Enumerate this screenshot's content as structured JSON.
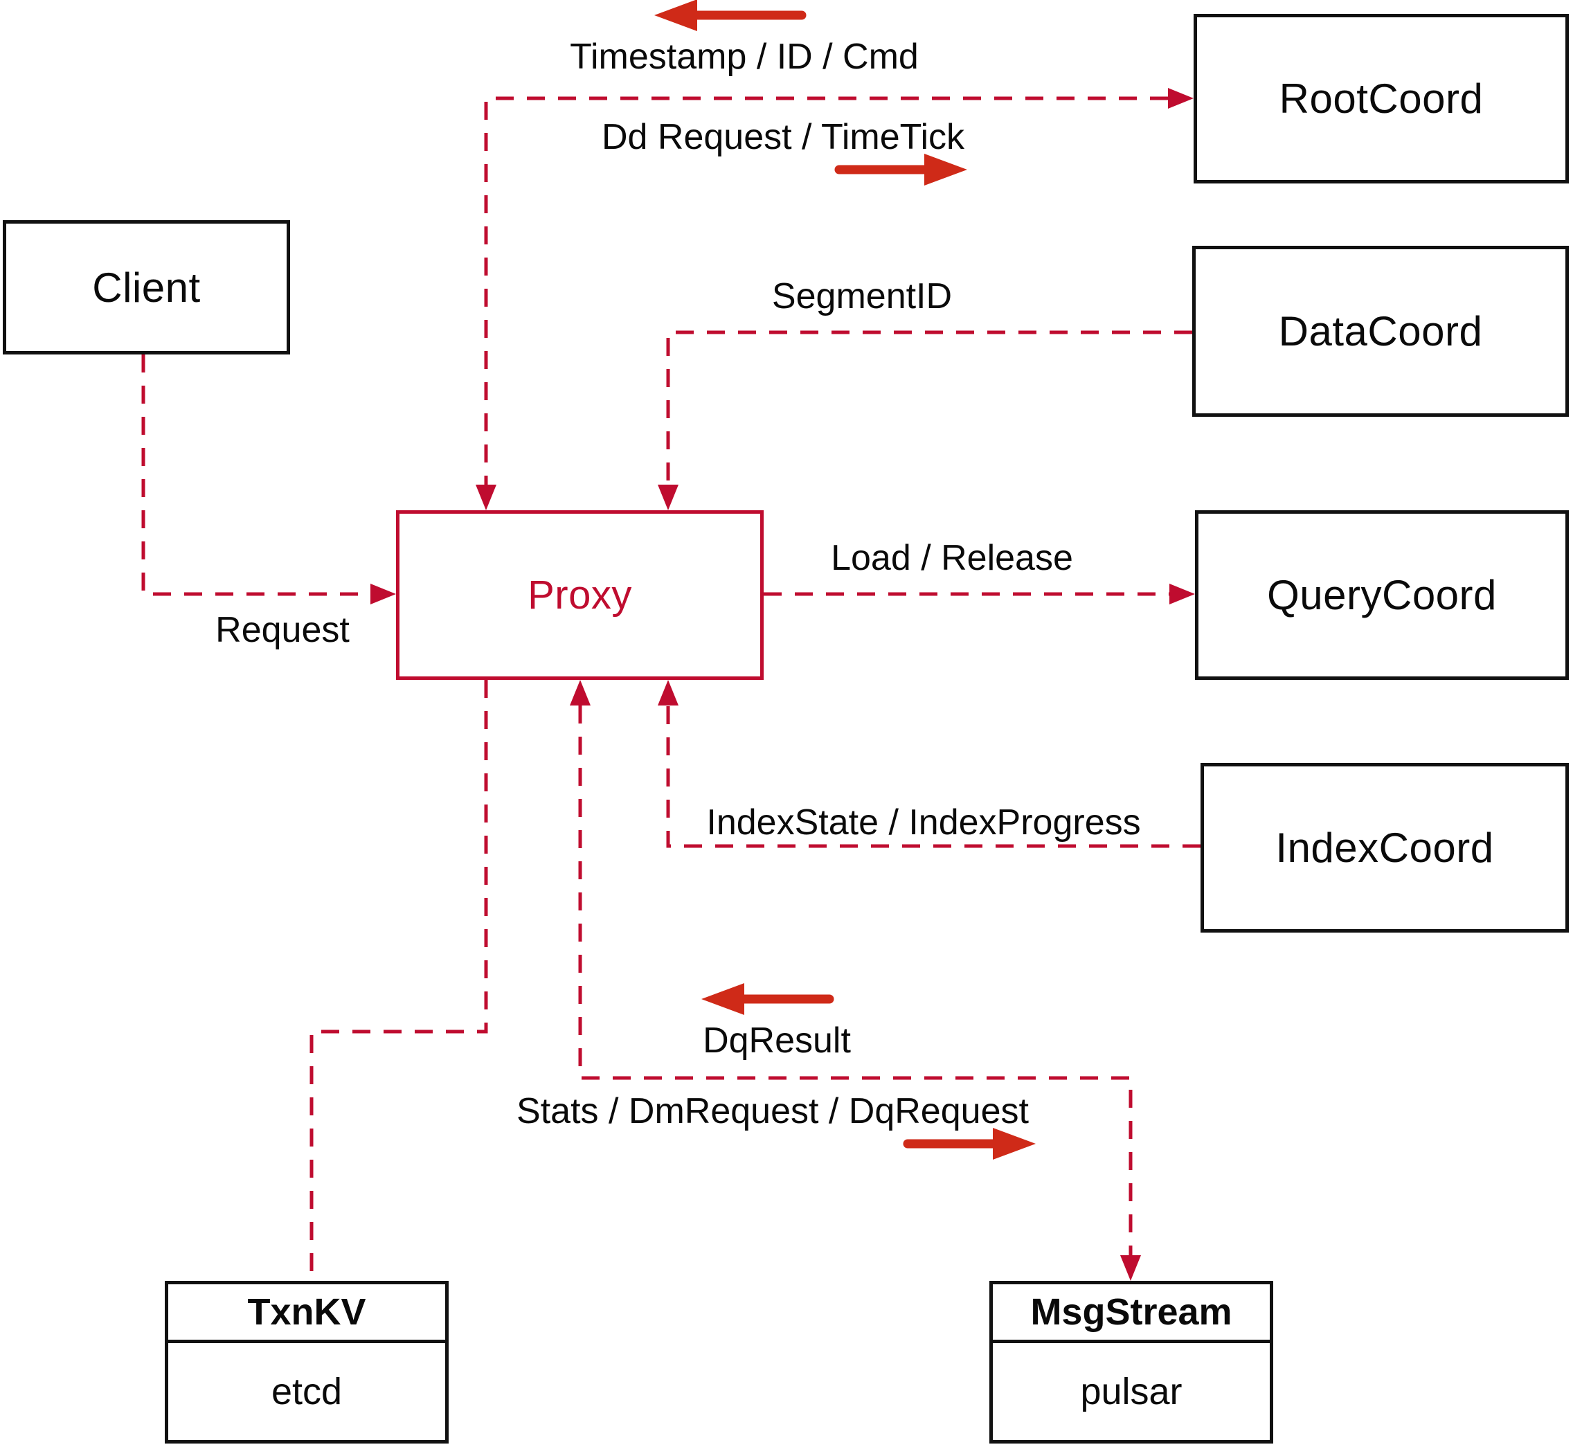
{
  "diagram": {
    "nodes": {
      "client": "Client",
      "root_coord": "RootCoord",
      "data_coord": "DataCoord",
      "query_coord": "QueryCoord",
      "index_coord": "IndexCoord",
      "proxy": "Proxy"
    },
    "stores": {
      "txn_kv": {
        "title": "TxnKV",
        "impl": "etcd"
      },
      "msg_stream": {
        "title": "MsgStream",
        "impl": "pulsar"
      }
    },
    "edge_labels": {
      "timestamp_id_cmd": "Timestamp / ID / Cmd",
      "dd_request_timetick": "Dd Request / TimeTick",
      "segment_id": "SegmentID",
      "load_release": "Load / Release",
      "request": "Request",
      "index_state_progress": "IndexState / IndexProgress",
      "dq_result": "DqResult",
      "stats_dm_dq": "Stats / DmRequest / DqRequest"
    },
    "colors": {
      "line_red": "#bf0c2f",
      "arrow_red": "#cf2a18",
      "box_black": "#111111"
    }
  }
}
